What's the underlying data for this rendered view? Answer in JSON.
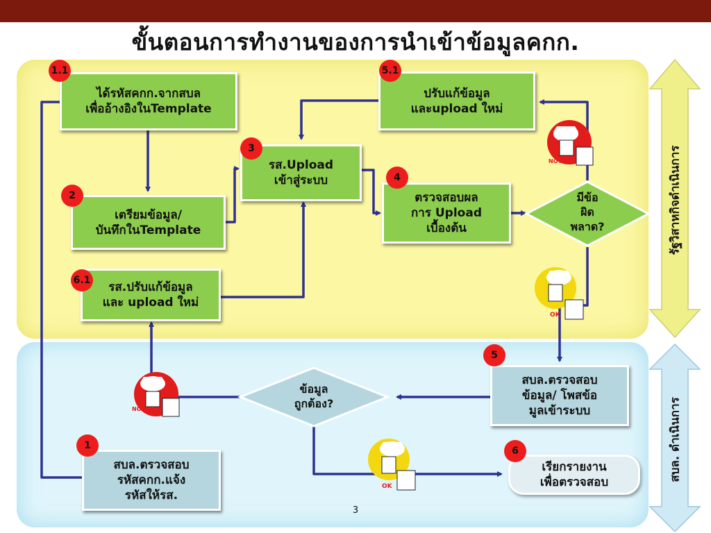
{
  "title": "ขั้นตอนการทำงานของการนำเข้าข้อมูลคกก.",
  "page_number": "3",
  "side_labels": {
    "top": "รัฐวิสาหกิจดำเนินการ",
    "bottom": "สบล. ดำเนินการ"
  },
  "steps": {
    "s1_1": {
      "badge": "1.1",
      "line1": "ได้รหัสคกก.จากสบล",
      "line2": "เพื่ออ้างอิงในTemplate"
    },
    "s2": {
      "badge": "2",
      "line1": "เตรียมข้อมูล/",
      "line2": "บันทึกในTemplate"
    },
    "s3": {
      "badge": "3",
      "line1": "รส.Upload",
      "line2": "เข้าสู่ระบบ"
    },
    "s4": {
      "badge": "4",
      "line1": "ตรวจสอบผล",
      "line2": "การ Upload",
      "line3": "เบื้องต้น"
    },
    "s5_1": {
      "badge": "5.1",
      "line1": "ปรับแก้ข้อมูล",
      "line2": "และupload ใหม่"
    },
    "s6_1": {
      "badge": "6.1",
      "line1": "รส.ปรับแก้ข้อมูล",
      "line2": "และ upload ใหม่"
    },
    "s5": {
      "badge": "5",
      "line1": "สบล.ตรวจสอบ",
      "line2": "ข้อมูล/ โพสข้อ",
      "line3": "มูลเข้าระบบ"
    },
    "s1": {
      "badge": "1",
      "line1": "สบล.ตรวจสอบ",
      "line2": "รหัสคกก.แจ้ง",
      "line3": "รหัสให้รส."
    },
    "s6": {
      "badge": "6",
      "line1": "เรียกรายงาน",
      "line2": "เพื่อตรวจสอบ"
    }
  },
  "decisions": {
    "error": {
      "line1": "มีข้อ",
      "line2": "ผิด",
      "line3": "พลาด?"
    },
    "correct": {
      "line1": "ข้อมูล",
      "line2": "ถูกต้อง?"
    }
  },
  "stamps": {
    "ok": "OK",
    "not_ok": "NOT OK"
  },
  "colors": {
    "top_bar": "#7b1a0d",
    "yellow_zone": "#fbf7a3",
    "blue_zone": "#dff5fb",
    "green_box": "#8dcd4e",
    "teal_box": "#b5d6de",
    "arrow": "#2e3192",
    "badge": "#ee1d1d",
    "side_arrow": "#f0f08a"
  },
  "icons": [
    "inspector-ok-icon",
    "inspector-not-ok-icon",
    "up-down-arrow-icon"
  ]
}
